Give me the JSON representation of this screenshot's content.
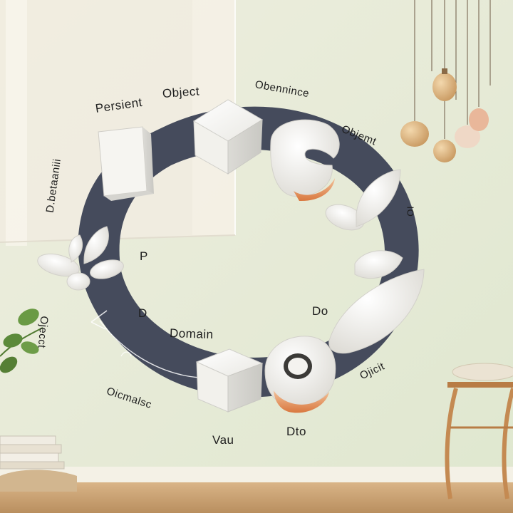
{
  "labels": {
    "persient": "Persient",
    "object_top": "Object",
    "obennince": "Obennince",
    "objemt": "Objemt",
    "d_betaaniii": "D.betaaniii",
    "io": "IO",
    "p": "P",
    "d": "D",
    "do": "Do",
    "domain": "Domain",
    "ojecct": "Ojecct",
    "oicmalsc": "Oicmalsc",
    "vau": "Vau",
    "dto": "Dto",
    "ojicit": "Ojicit"
  },
  "colors": {
    "wall": "#e6ead8",
    "ring": "#454b5c",
    "shapes": "#f4f3ef",
    "accent_orange": "#d98a5a",
    "floor": "#c9a274",
    "plant": "#5b8a3a"
  }
}
